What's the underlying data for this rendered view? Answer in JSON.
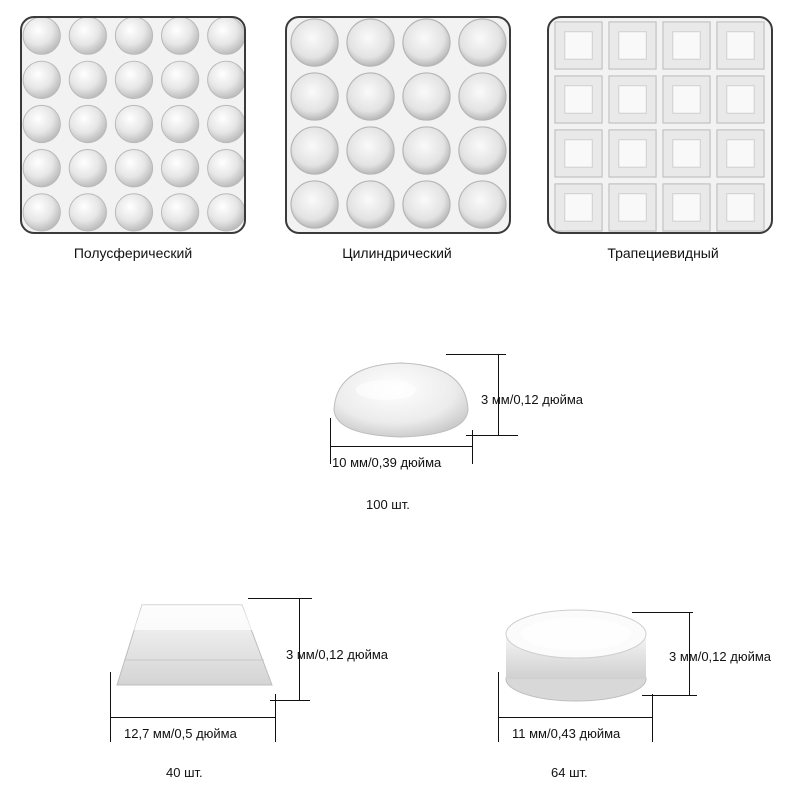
{
  "sheets": [
    {
      "label": "Полусферический"
    },
    {
      "label": "Цилиндрический"
    },
    {
      "label": "Трапециевидный"
    }
  ],
  "products": {
    "dome": {
      "height": "3 мм/0,12 дюйма",
      "width": "10 мм/0,39 дюйма",
      "count": "100 шт."
    },
    "square": {
      "height": "3 мм/0,12 дюйма",
      "width": "12,7 мм/0,5 дюйма",
      "count": "40 шт."
    },
    "cylinder": {
      "height": "3 мм/0,12 дюйма",
      "width": "11 мм/0,43 дюйма",
      "count": "64 шт."
    }
  }
}
